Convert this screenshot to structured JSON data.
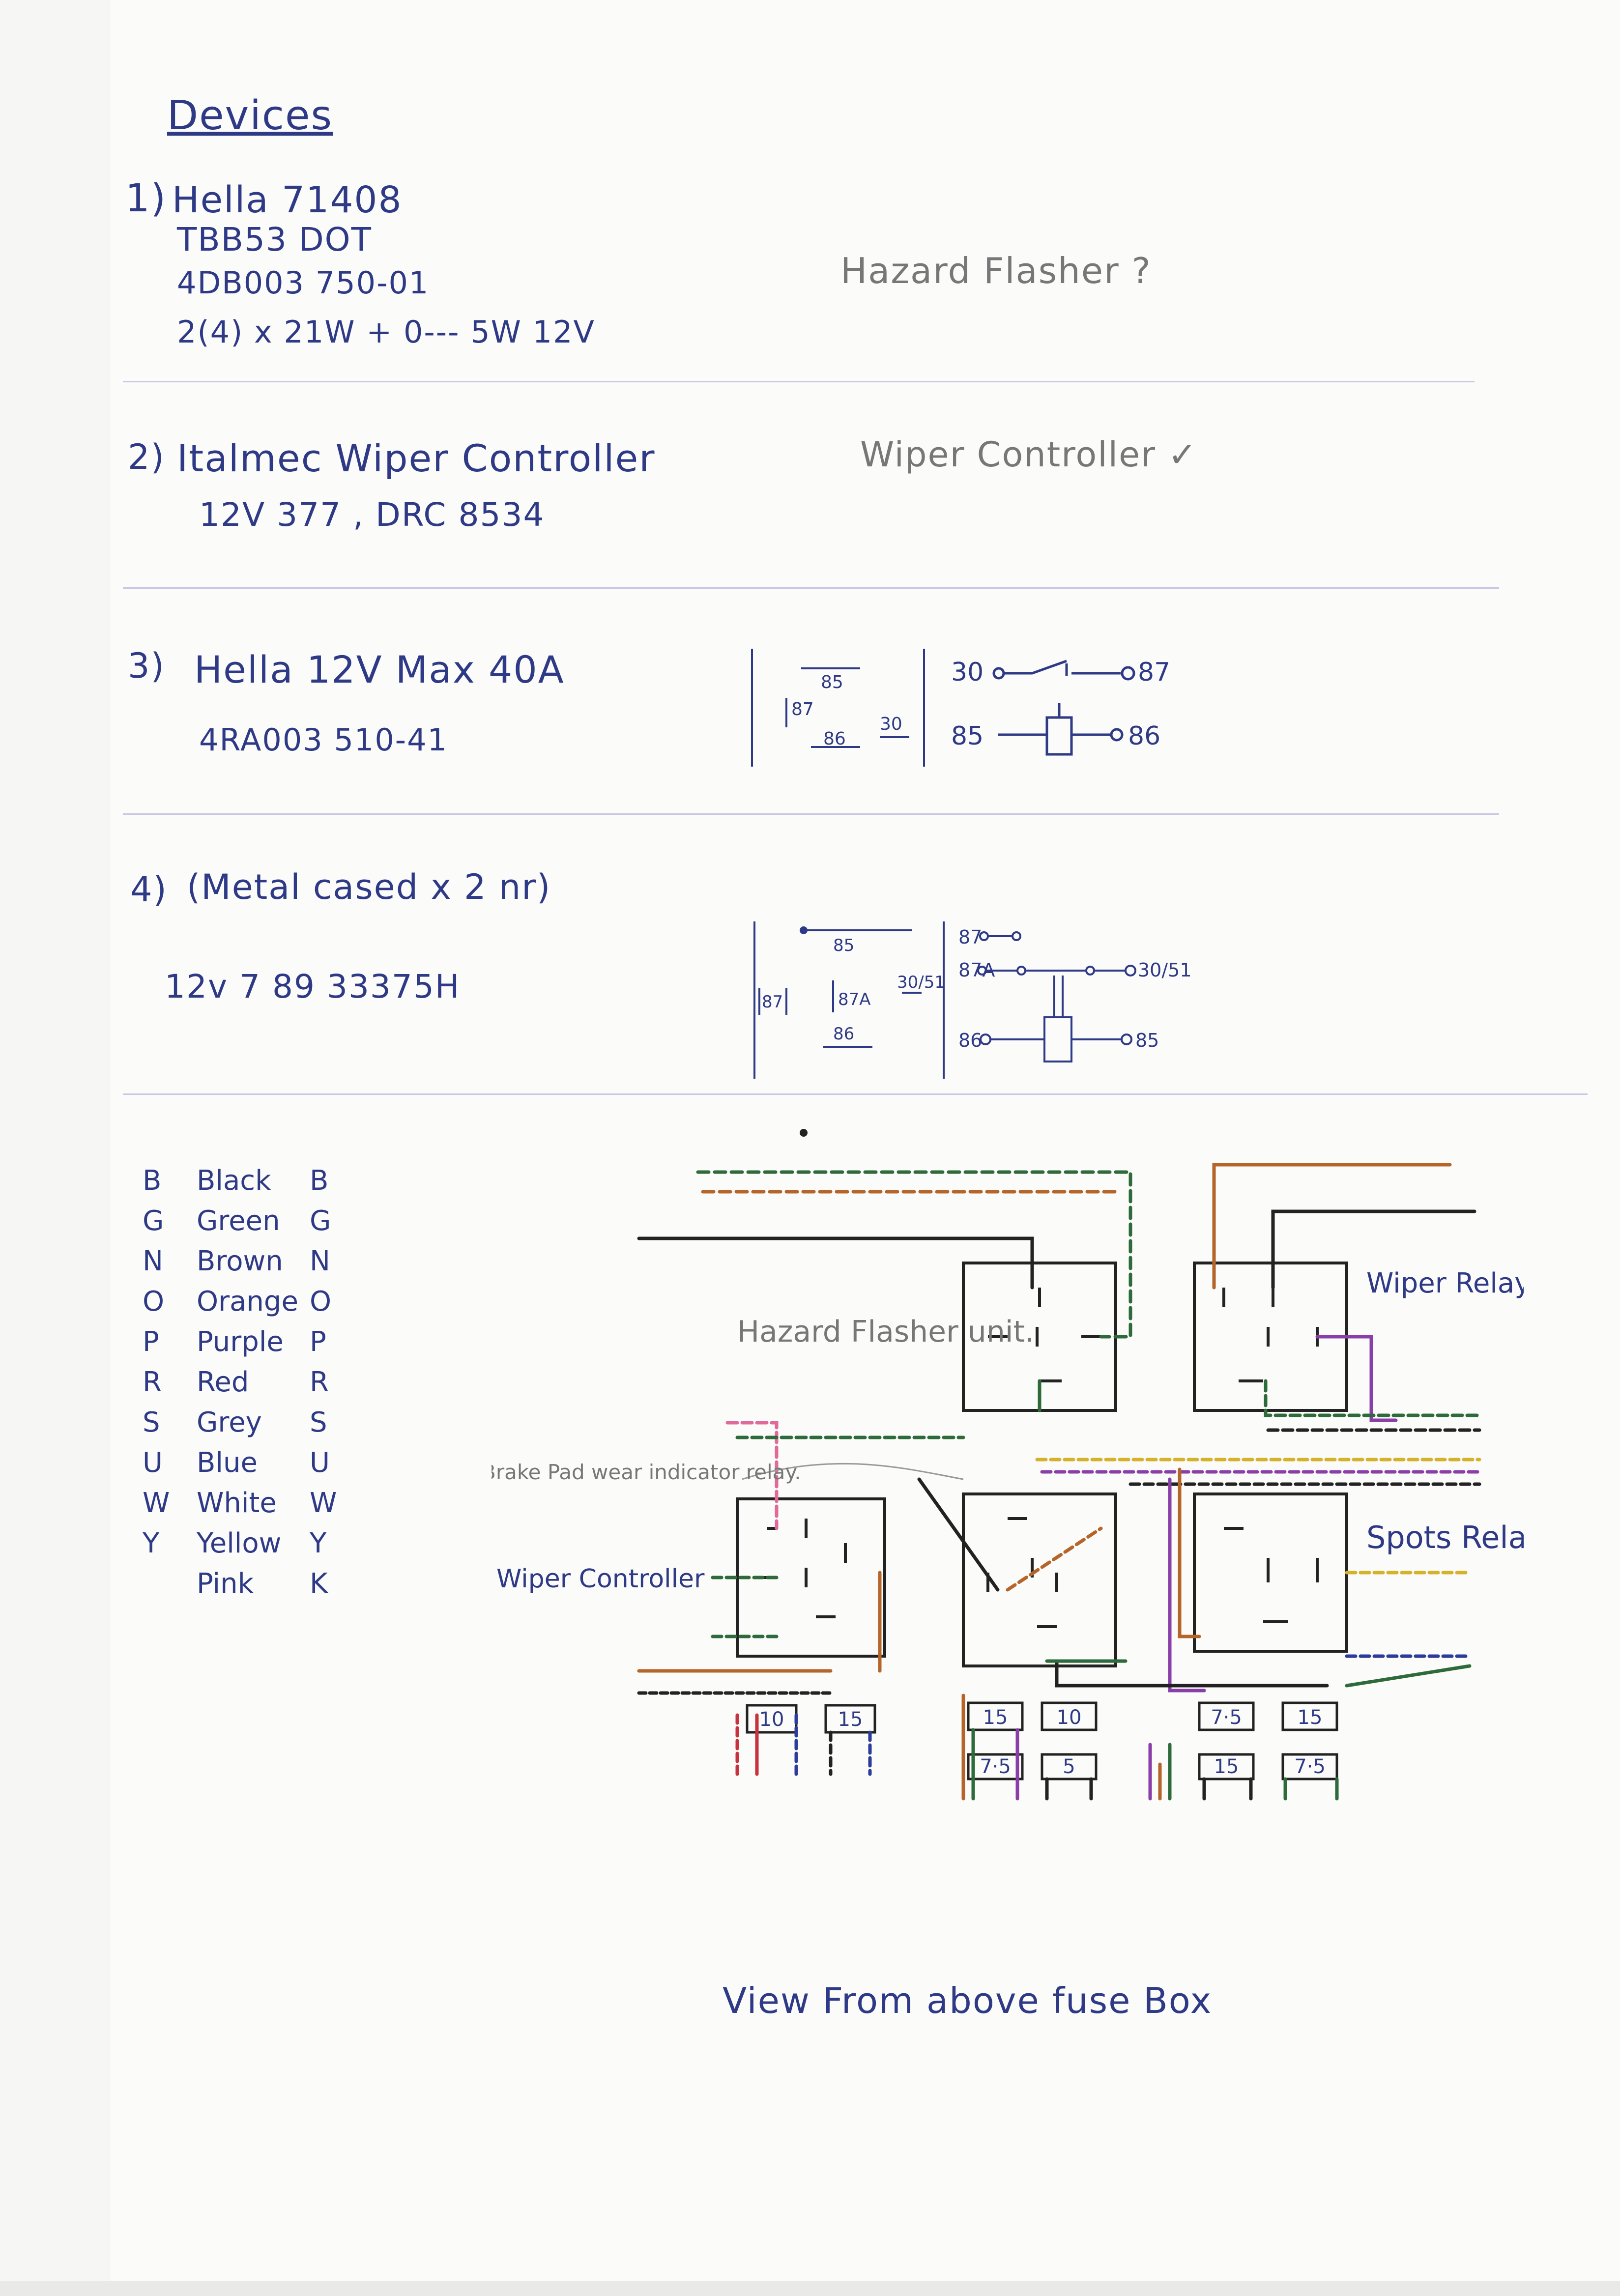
{
  "title": "Devices",
  "devices": [
    {
      "num": "1)",
      "lines": [
        "Hella 71408",
        "TBB53 DOT",
        "4DB003 750-01",
        "2(4) x 21W + 0--- 5W 12V"
      ],
      "note": "Hazard Flasher ?"
    },
    {
      "num": "2)",
      "lines": [
        "Italmec Wiper Controller",
        "12V 377 , DRC 8534"
      ],
      "note": "Wiper Controller ✓"
    },
    {
      "num": "3)",
      "lines": [
        "Hella 12V Max 40A",
        "4RA003 510-41"
      ],
      "pins_top": [
        "85",
        "87",
        "86",
        "30"
      ],
      "schematic": [
        "30",
        "87",
        "85",
        "86"
      ]
    },
    {
      "num": "4)",
      "lines": [
        "(Metal cased x 2 nr)",
        "12v 7 89 33375H"
      ],
      "pins_top": [
        "85",
        "87",
        "87A",
        "30/51",
        "86"
      ],
      "schematic": [
        "87",
        "87A",
        "30/51",
        "86",
        "85"
      ]
    }
  ],
  "legend": [
    {
      "code": "B",
      "name": "Black",
      "code_r": "B"
    },
    {
      "code": "G",
      "name": "Green",
      "code_r": "G"
    },
    {
      "code": "N",
      "name": "Brown",
      "code_r": "N"
    },
    {
      "code": "O",
      "name": "Orange",
      "code_r": "O"
    },
    {
      "code": "P",
      "name": "Purple",
      "code_r": "P"
    },
    {
      "code": "R",
      "name": "Red",
      "code_r": "R"
    },
    {
      "code": "S",
      "name": "Grey",
      "code_r": "S"
    },
    {
      "code": "U",
      "name": "Blue",
      "code_r": "U"
    },
    {
      "code": "W",
      "name": "White",
      "code_r": "W"
    },
    {
      "code": "Y",
      "name": "Yellow",
      "code_r": "Y"
    },
    {
      "code": "",
      "name": "Pink",
      "code_r": "K"
    }
  ],
  "diagram": {
    "labels": {
      "hazard": "Hazard Flasher unit.",
      "wiper_relay": "Wiper Relay",
      "brake_pad": "Brake Pad wear indicator relay.",
      "wiper_controller": "Wiper Controller",
      "spots_relay": "Spots Relay ."
    },
    "fuses_row1": [
      "10",
      "15",
      "15",
      "10",
      "7·5",
      "15"
    ],
    "fuses_row2": [
      "7·5",
      "5",
      "15",
      "7·5"
    ],
    "caption": "View From above fuse Box"
  },
  "colors": {
    "ink": "#2f3a86",
    "black": "#222222",
    "green": "#2e6b3a",
    "brown": "#b5652a",
    "purple": "#8a3fa8",
    "red": "#c8323c",
    "pink": "#e06a9a",
    "yellow": "#d4b22a",
    "blue": "#2d3c9a"
  }
}
